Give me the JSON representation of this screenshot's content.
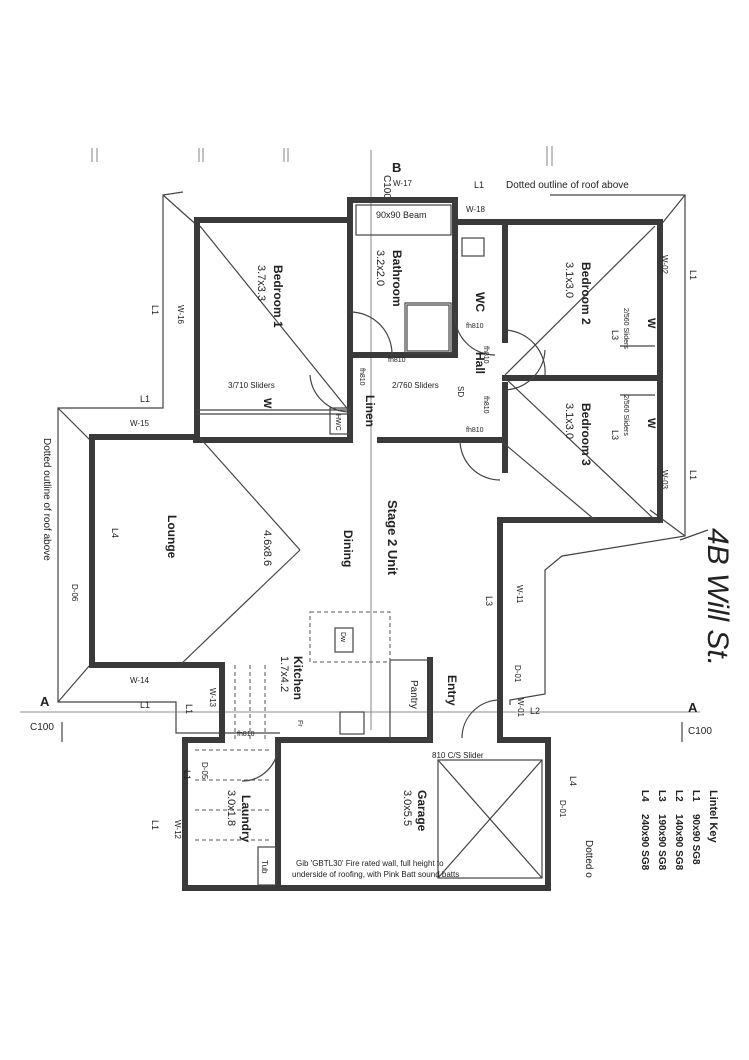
{
  "rooms": {
    "bedroom1": {
      "name": "Bedroom 1",
      "size": "3.7x3.3"
    },
    "bathroom": {
      "name": "Bathroom",
      "size": "3.2x2.0"
    },
    "bedroom2": {
      "name": "Bedroom 2",
      "size": "3.1x3.0"
    },
    "bedroom3": {
      "name": "Bedroom 3",
      "size": "3.1x3.0"
    },
    "lounge": {
      "name": "Lounge",
      "size": "4.6x8.6"
    },
    "dining": {
      "name": "Dining"
    },
    "kitchen": {
      "name": "Kitchen",
      "size": "1.7x4.2"
    },
    "laundry": {
      "name": "Laundry",
      "size": "3.0x1.8"
    },
    "garage": {
      "name": "Garage",
      "size": "3.0x5.5"
    },
    "wc": {
      "name": "WC"
    },
    "hall": {
      "name": "Hall"
    },
    "linen": {
      "name": "Linen"
    },
    "entry": {
      "name": "Entry"
    },
    "pantry": {
      "name": "Pantry"
    },
    "tub": {
      "name": "Tub"
    },
    "hwc": {
      "name": "HWC"
    }
  },
  "labels": {
    "stage": "Stage 2 Unit",
    "roof_top": "Dotted outline of roof above",
    "roof_left": "Dotted outline of roof above",
    "roof_right": "Dotted o",
    "handwritten": "4B Will St.",
    "beam": "90x90 Beam",
    "sliders1": "3/710 Sliders",
    "sliders2": "2/560 Sliders",
    "sliders3": "2/560 Sliders",
    "sliders4": "2/760 Sliders",
    "sliders5": "2/560 Sliders",
    "garage_slider": "810 C/S Slider",
    "firewall": "Gib 'GBTL30' Fire rated wall, full height to",
    "firewall2": "underside of roofing, with Pink Batt sound batts",
    "section_a": "A",
    "section_b": "B",
    "c100": "C100",
    "dw": "Dw",
    "sd": "SD",
    "fr": "Fr",
    "w": "W"
  },
  "windows": [
    "W-17",
    "W-18",
    "W-16",
    "W-15",
    "W-14",
    "W-13",
    "W-12",
    "W-11",
    "W-03",
    "W-02",
    "W-01",
    "D-06",
    "D-05",
    "D-01",
    "D-01"
  ],
  "door_tags": [
    "fh810",
    "fh810",
    "fh810",
    "fh810",
    "fh810",
    "fh810",
    "fh810"
  ],
  "lintels": [
    "L1",
    "L2",
    "L3",
    "L4"
  ],
  "lintel_key": {
    "title": "Lintel Key",
    "rows": [
      {
        "code": "L1",
        "spec": "90x90 SG8"
      },
      {
        "code": "L2",
        "spec": "140x90 SG8"
      },
      {
        "code": "L3",
        "spec": "190x90 SG8"
      },
      {
        "code": "L4",
        "spec": "240x90 SG8"
      }
    ]
  }
}
